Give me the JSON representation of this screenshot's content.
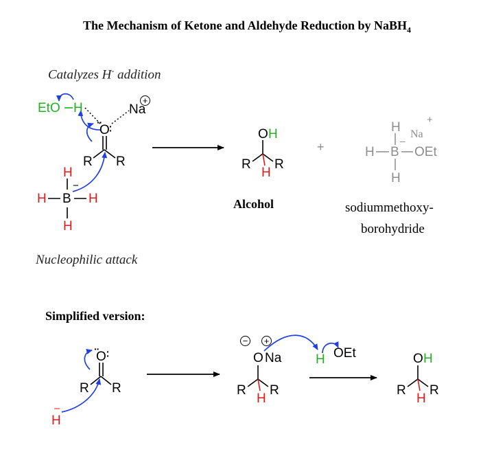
{
  "title": {
    "main": "The Mechanism of Ketone and Aldehyde Reduction by NaBH",
    "subscript": "4"
  },
  "notes": {
    "catalyzes": "Catalyzes H",
    "catalyzes_sup": "-",
    "catalyzes_tail": " addition",
    "nucleophilic": "Nucleophilic attack",
    "simplified": "Simplified version:"
  },
  "labels": {
    "alcohol": "Alcohol",
    "product_line1": "sodiummethoxy-",
    "product_line2": "borohydride",
    "plus": "+"
  },
  "atoms": {
    "eto": "EtO",
    "h": "H",
    "na": "Na",
    "o": "O",
    "r": "R",
    "b": "B",
    "oet": "OEt",
    "plus_charge": "+",
    "minus_charge": "−",
    "minus_plain": "–",
    "lone_pair": "··"
  },
  "colors": {
    "black": "#000000",
    "red": "#e01818",
    "green": "#22b022",
    "blue": "#1f3fe0",
    "grey": "#8c8c8c"
  }
}
